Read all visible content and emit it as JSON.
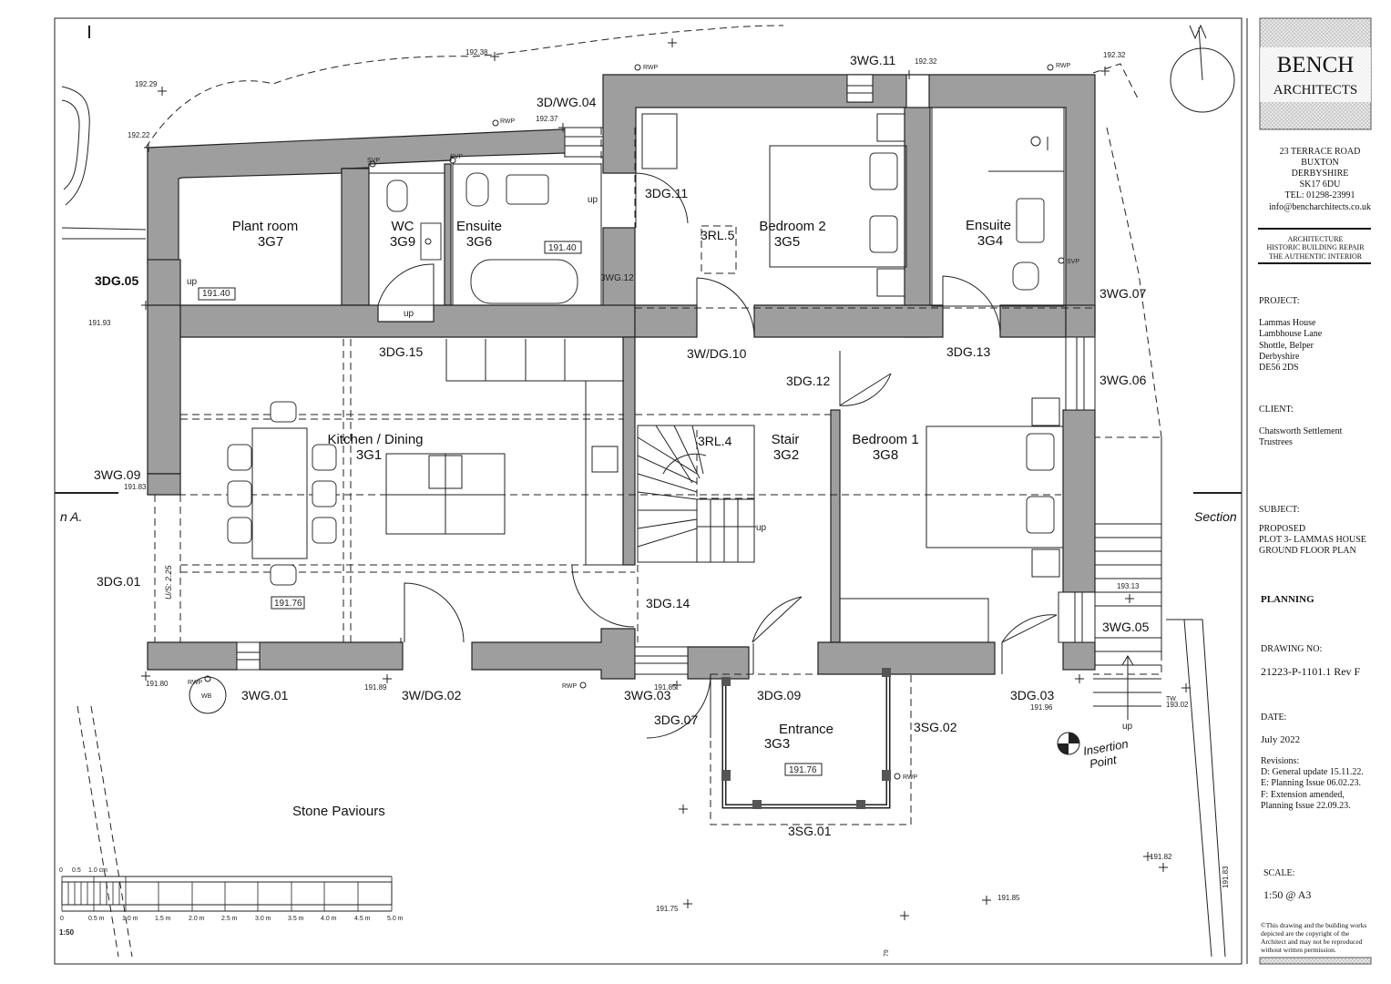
{
  "rooms": [
    {
      "name": "Plant room",
      "code": "3G7"
    },
    {
      "name": "WC",
      "code": "3G9"
    },
    {
      "name": "Ensuite",
      "code": "3G6"
    },
    {
      "name": "Bedroom 2",
      "code": "3G5"
    },
    {
      "name": "Ensuite",
      "code": "3G4"
    },
    {
      "name": "Kitchen / Dining",
      "code": "3G1"
    },
    {
      "name": "Stair",
      "code": "3G2"
    },
    {
      "name": "Bedroom 1",
      "code": "3G8"
    },
    {
      "name": "Entrance",
      "code": "3G3"
    }
  ],
  "openings": [
    "3DG.05",
    "3DG.15",
    "3W/DG.10",
    "3DG.12",
    "3DG.13",
    "3WG.07",
    "3WG.06",
    "3WG.09",
    "3DG.01",
    "3DG.14",
    "3WG.05",
    "3WG.01",
    "3W/DG.02",
    "3WG.03",
    "3DG.07",
    "3DG.09",
    "3SG.02",
    "3DG.03",
    "3SG.01",
    "3D/WG.04",
    "3WG.11",
    "3DG.11",
    "3WG.12",
    "3RL.5",
    "3RL.4"
  ],
  "levels": [
    "192.38",
    "192.29",
    "192.22",
    "192.37",
    "192.32",
    "192.32",
    "191.93",
    "191.83",
    "191.80",
    "191.89",
    "191.85",
    "191.96",
    "193.13",
    "193.02",
    "191.82",
    "191.83",
    "191.85",
    "191.75"
  ],
  "floor_levels": [
    "191.40",
    "191.40",
    "191.76",
    "191.76"
  ],
  "misc": {
    "up": "up",
    "rwp": "RWP",
    "svp": "SVP",
    "wb": "WB",
    "tw": "TW",
    "us": "U/S: 2.25",
    "stone": "Stone Paviours",
    "insertion": "Insertion",
    "point": "Point",
    "section_left": "n A.",
    "section_right": "Section",
    "seventy_nine": "79"
  },
  "scalebar": {
    "top_ticks": [
      "0",
      "0.5",
      "1.0 cm"
    ],
    "ticks": [
      "0",
      "0.5 m",
      "1.0 m",
      "1.5 m",
      "2.0 m",
      "2.5 m",
      "3.0 m",
      "3.5 m",
      "4.0 m",
      "4.5 m",
      "5.0 m"
    ],
    "ratio": "1:50"
  },
  "titleblock": {
    "logo_line1": "BENCH",
    "logo_line2": "ARCHITECTS",
    "address": [
      "23 TERRACE ROAD",
      "BUXTON",
      "DERBYSHIRE",
      "SK17 6DU",
      "TEL: 01298-23991",
      "info@bencharchitects.co.uk"
    ],
    "services": [
      "ARCHITECTURE",
      "HISTORIC BUILDING REPAIR",
      "THE AUTHENTIC INTERIOR"
    ],
    "project_label": "PROJECT:",
    "project": [
      "Lammas House",
      "Lambhouse Lane",
      "Shottle, Belper",
      "Derbyshire",
      "DE56 2DS"
    ],
    "client_label": "CLIENT:",
    "client": [
      "Chatsworth Settlement",
      "Trustrees"
    ],
    "subject_label": "SUBJECT:",
    "subject": [
      "PROPOSED",
      "PLOT 3- LAMMAS HOUSE",
      "GROUND FLOOR PLAN"
    ],
    "status": "PLANNING",
    "drawing_no_label": "DRAWING NO:",
    "drawing_no": "21223-P-1101.1 Rev F",
    "date_label": "DATE:",
    "date": "July 2022",
    "revisions_label": "Revisions:",
    "revisions": [
      "D: General update 15.11.22.",
      "E: Planning Issue 06.02.23.",
      "F: Extension amended,",
      "Planning Issue  22.09.23."
    ],
    "scale_label": "SCALE:",
    "scale": "1:50 @ A3",
    "copyright": [
      "©This drawing and the building works",
      "depicted are the copyright of the",
      "Architect and may not be reproduced",
      "without written permission."
    ]
  },
  "colors": {
    "wall": "#9e9e9e",
    "line": "#222222",
    "background": "#ffffff"
  }
}
